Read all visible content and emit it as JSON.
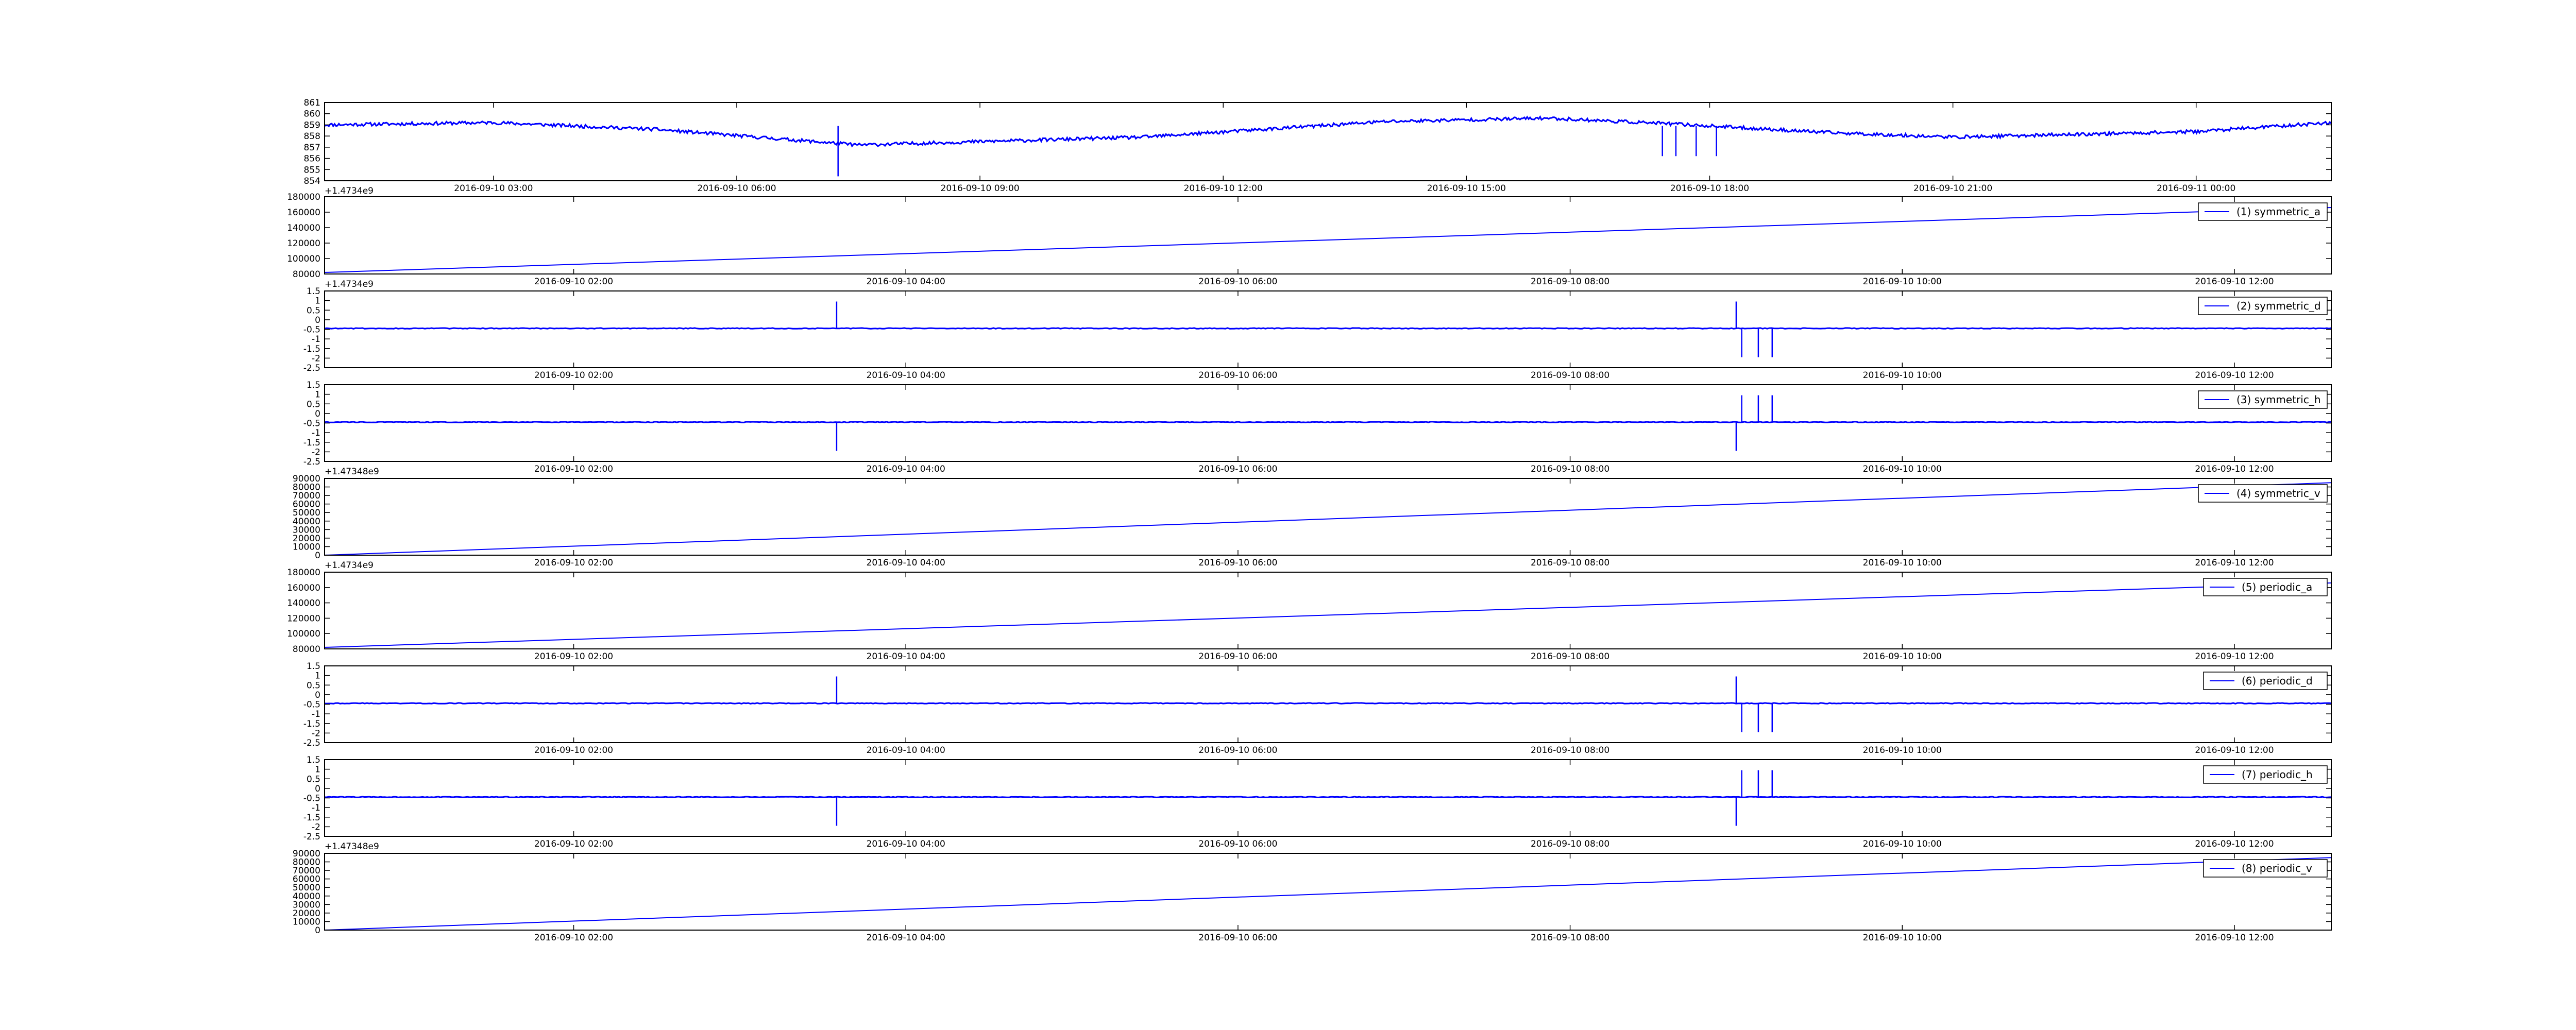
{
  "figure": {
    "background": "#ffffff",
    "line_color": "#0000ff",
    "panel_count": 9
  },
  "chart_data": [
    {
      "type": "line",
      "title": "",
      "legend": null,
      "offset_text": "+1.4734e9",
      "xlim": [
        "2016-09-10 00:55",
        "2016-09-11 01:40"
      ],
      "xticks": [
        "2016-09-10 03:00",
        "2016-09-10 06:00",
        "2016-09-10 09:00",
        "2016-09-10 12:00",
        "2016-09-10 15:00",
        "2016-09-10 18:00",
        "2016-09-10 21:00",
        "2016-09-11 00:00"
      ],
      "ylim": [
        854,
        861
      ],
      "yticks": [
        854,
        855,
        856,
        857,
        858,
        859,
        860,
        861
      ],
      "noise": 0.3,
      "baseline": {
        "x": [
          "2016-09-10 00:55",
          "2016-09-10 03:00",
          "2016-09-10 05:00",
          "2016-09-10 07:30",
          "2016-09-10 11:00",
          "2016-09-10 14:00",
          "2016-09-10 16:00",
          "2016-09-10 17:30",
          "2016-09-10 19:30",
          "2016-09-10 21:00",
          "2016-09-11 00:00",
          "2016-09-11 01:40"
        ],
        "y": [
          859.0,
          859.2,
          858.6,
          857.2,
          857.9,
          859.3,
          859.6,
          859.1,
          858.3,
          857.9,
          858.4,
          859.2
        ]
      },
      "spikes": [
        {
          "x": "2016-09-10 07:15",
          "y": 854.4
        },
        {
          "x": "2016-09-10 17:25",
          "y": 856.2
        },
        {
          "x": "2016-09-10 17:35",
          "y": 856.2
        },
        {
          "x": "2016-09-10 17:50",
          "y": 856.2
        },
        {
          "x": "2016-09-10 18:05",
          "y": 856.2
        }
      ]
    },
    {
      "type": "line",
      "legend": "(1) symmetric_a",
      "offset_text": "+1.4734e9",
      "xlim": [
        "2016-09-10 00:30",
        "2016-09-10 12:35"
      ],
      "xticks": [
        "2016-09-10 02:00",
        "2016-09-10 04:00",
        "2016-09-10 06:00",
        "2016-09-10 08:00",
        "2016-09-10 10:00",
        "2016-09-10 12:00"
      ],
      "ylim": [
        80000,
        180000
      ],
      "yticks": [
        80000,
        100000,
        120000,
        140000,
        160000,
        180000
      ],
      "x": [
        "2016-09-10 00:30",
        "2016-09-10 12:35"
      ],
      "y": [
        82000,
        166000
      ]
    },
    {
      "type": "line",
      "legend": "(2) symmetric_d",
      "offset_text": "",
      "xlim": [
        "2016-09-10 00:30",
        "2016-09-10 12:35"
      ],
      "xticks": [
        "2016-09-10 02:00",
        "2016-09-10 04:00",
        "2016-09-10 06:00",
        "2016-09-10 08:00",
        "2016-09-10 10:00",
        "2016-09-10 12:00"
      ],
      "ylim": [
        -2.5,
        1.5
      ],
      "yticks": [
        -2.5,
        -2.0,
        -1.5,
        -1.0,
        -0.5,
        0.0,
        0.5,
        1.0,
        1.5
      ],
      "baseline_value": -0.45,
      "noise": 0.04,
      "spikes": [
        {
          "x": "2016-09-10 03:35",
          "y": 0.95
        },
        {
          "x": "2016-09-10 09:00",
          "y": 0.95
        },
        {
          "x": "2016-09-10 09:02",
          "y": -1.95
        },
        {
          "x": "2016-09-10 09:08",
          "y": -1.95
        },
        {
          "x": "2016-09-10 09:13",
          "y": -1.95
        }
      ]
    },
    {
      "type": "line",
      "legend": "(3) symmetric_h",
      "offset_text": "+1.47348e9",
      "xlim": [
        "2016-09-10 00:30",
        "2016-09-10 12:35"
      ],
      "xticks": [
        "2016-09-10 02:00",
        "2016-09-10 04:00",
        "2016-09-10 06:00",
        "2016-09-10 08:00",
        "2016-09-10 10:00",
        "2016-09-10 12:00"
      ],
      "ylim": [
        -2.5,
        1.5
      ],
      "yticks": [
        -2.5,
        -2.0,
        -1.5,
        -1.0,
        -0.5,
        0.0,
        0.5,
        1.0,
        1.5
      ],
      "baseline_value": -0.45,
      "noise": 0.04,
      "spikes": [
        {
          "x": "2016-09-10 03:35",
          "y": -1.95
        },
        {
          "x": "2016-09-10 09:00",
          "y": -1.95
        },
        {
          "x": "2016-09-10 09:02",
          "y": 0.95
        },
        {
          "x": "2016-09-10 09:08",
          "y": 0.95
        },
        {
          "x": "2016-09-10 09:13",
          "y": 0.95
        }
      ]
    },
    {
      "type": "line",
      "legend": "(4) symmetric_v",
      "offset_text": "+1.4734e9",
      "xlim": [
        "2016-09-10 00:30",
        "2016-09-10 12:35"
      ],
      "xticks": [
        "2016-09-10 02:00",
        "2016-09-10 04:00",
        "2016-09-10 06:00",
        "2016-09-10 08:00",
        "2016-09-10 10:00",
        "2016-09-10 12:00"
      ],
      "ylim": [
        0,
        90000
      ],
      "yticks": [
        0,
        10000,
        20000,
        30000,
        40000,
        50000,
        60000,
        70000,
        80000,
        90000
      ],
      "x": [
        "2016-09-10 00:30",
        "2016-09-10 12:35"
      ],
      "y": [
        0,
        85000
      ]
    },
    {
      "type": "line",
      "legend": "(5) periodic_a",
      "offset_text": "",
      "xlim": [
        "2016-09-10 00:30",
        "2016-09-10 12:35"
      ],
      "xticks": [
        "2016-09-10 02:00",
        "2016-09-10 04:00",
        "2016-09-10 06:00",
        "2016-09-10 08:00",
        "2016-09-10 10:00",
        "2016-09-10 12:00"
      ],
      "ylim": [
        80000,
        180000
      ],
      "yticks": [
        80000,
        100000,
        120000,
        140000,
        160000,
        180000
      ],
      "x": [
        "2016-09-10 00:30",
        "2016-09-10 12:35"
      ],
      "y": [
        82000,
        166000
      ]
    },
    {
      "type": "line",
      "legend": "(6) periodic_d",
      "offset_text": "",
      "xlim": [
        "2016-09-10 00:30",
        "2016-09-10 12:35"
      ],
      "xticks": [
        "2016-09-10 02:00",
        "2016-09-10 04:00",
        "2016-09-10 06:00",
        "2016-09-10 08:00",
        "2016-09-10 10:00",
        "2016-09-10 12:00"
      ],
      "ylim": [
        -2.5,
        1.5
      ],
      "yticks": [
        -2.5,
        -2.0,
        -1.5,
        -1.0,
        -0.5,
        0.0,
        0.5,
        1.0,
        1.5
      ],
      "baseline_value": -0.45,
      "noise": 0.04,
      "spikes": [
        {
          "x": "2016-09-10 03:35",
          "y": 0.95
        },
        {
          "x": "2016-09-10 09:00",
          "y": 0.95
        },
        {
          "x": "2016-09-10 09:02",
          "y": -1.95
        },
        {
          "x": "2016-09-10 09:08",
          "y": -1.95
        },
        {
          "x": "2016-09-10 09:13",
          "y": -1.95
        }
      ]
    },
    {
      "type": "line",
      "legend": "(7) periodic_h",
      "offset_text": "+1.47348e9",
      "xlim": [
        "2016-09-10 00:30",
        "2016-09-10 12:35"
      ],
      "xticks": [
        "2016-09-10 02:00",
        "2016-09-10 04:00",
        "2016-09-10 06:00",
        "2016-09-10 08:00",
        "2016-09-10 10:00",
        "2016-09-10 12:00"
      ],
      "ylim": [
        -2.5,
        1.5
      ],
      "yticks": [
        -2.5,
        -2.0,
        -1.5,
        -1.0,
        -0.5,
        0.0,
        0.5,
        1.0,
        1.5
      ],
      "baseline_value": -0.45,
      "noise": 0.04,
      "spikes": [
        {
          "x": "2016-09-10 03:35",
          "y": -1.95
        },
        {
          "x": "2016-09-10 09:00",
          "y": -1.95
        },
        {
          "x": "2016-09-10 09:02",
          "y": 0.95
        },
        {
          "x": "2016-09-10 09:08",
          "y": 0.95
        },
        {
          "x": "2016-09-10 09:13",
          "y": 0.95
        }
      ]
    },
    {
      "type": "line",
      "legend": "(8) periodic_v",
      "offset_text": "",
      "xlim": [
        "2016-09-10 00:30",
        "2016-09-10 12:35"
      ],
      "xticks": [
        "2016-09-10 02:00",
        "2016-09-10 04:00",
        "2016-09-10 06:00",
        "2016-09-10 08:00",
        "2016-09-10 10:00",
        "2016-09-10 12:00"
      ],
      "ylim": [
        0,
        90000
      ],
      "yticks": [
        0,
        10000,
        20000,
        30000,
        40000,
        50000,
        60000,
        70000,
        80000,
        90000
      ],
      "x": [
        "2016-09-10 00:30",
        "2016-09-10 12:35"
      ],
      "y": [
        0,
        85000
      ]
    }
  ]
}
